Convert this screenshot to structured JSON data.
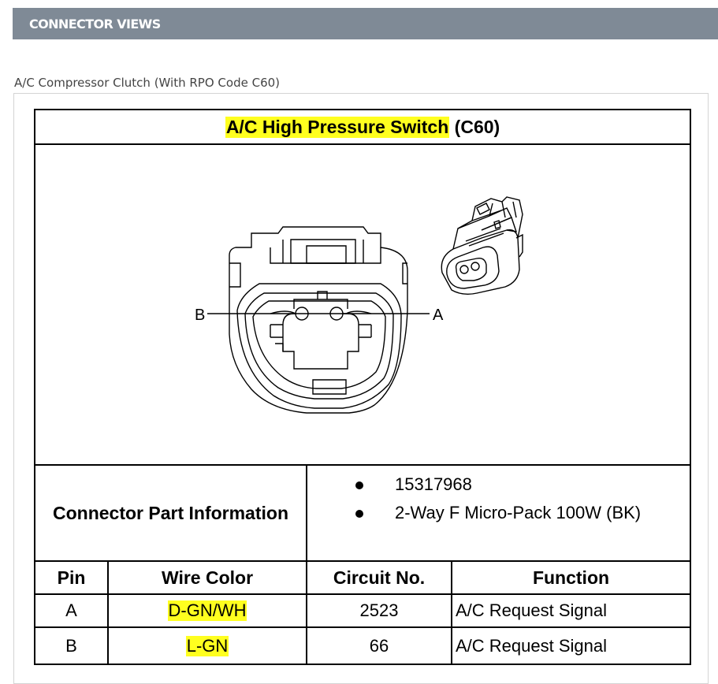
{
  "header": {
    "title": "CONNECTOR VIEWS"
  },
  "section": {
    "subtitle": "A/C Compressor Clutch (With RPO Code C60)"
  },
  "connector": {
    "title_main": "A/C High Pressure Switch",
    "title_code": "(C60)",
    "pin_labels": {
      "left": "B",
      "right": "A"
    },
    "part_info_label": "Connector Part Information",
    "part_info": [
      "15317968",
      "2-Way F Micro-Pack 100W (BK)"
    ]
  },
  "pin_table": {
    "headers": [
      "Pin",
      "Wire Color",
      "Circuit No.",
      "Function"
    ],
    "rows": [
      {
        "pin": "A",
        "wire_color": "D-GN/WH",
        "circuit": "2523",
        "function": "A/C Request Signal"
      },
      {
        "pin": "B",
        "wire_color": "L-GN",
        "circuit": "66",
        "function": "A/C Request Signal"
      }
    ]
  },
  "colors": {
    "header_bar": "#7f8a96",
    "highlight": "#ffff1f"
  },
  "icons": [
    "connector-face-view-illustration",
    "connector-isometric-illustration"
  ]
}
